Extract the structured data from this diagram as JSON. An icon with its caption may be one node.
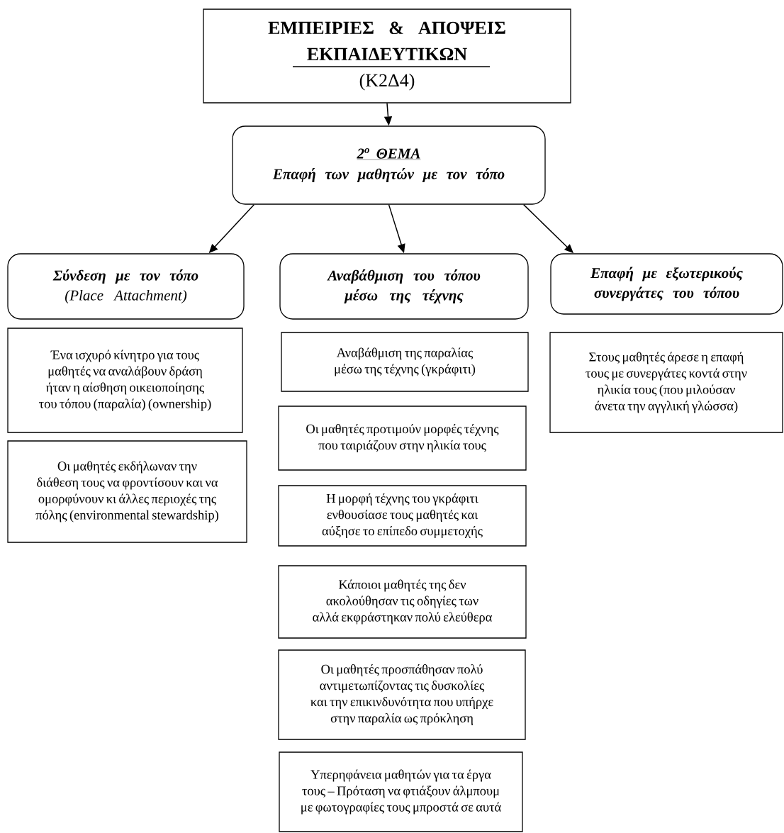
{
  "diagram": {
    "nodes": [
      {
        "text": [
          "ΕΜΠΕΙΡΙΕΣ & ΑΠΟΨΕΙΣ ΕΚΠΑΙΔΕΥΤΙΚΩΝ",
          "(Κ2Δ4)"
        ]
      },
      {
        "text": [
          "2$^{ο}$ ΘΕΜΑ",
          "Επαφή των μαθητών με τον τόπο"
        ]
      },
      {
        "text": [
          "Σύνδεση με τον τόπο",
          "(Place Attachment)"
        ]
      },
      {
        "text": [
          "Αναβάθμιση του τόπου μέσω της τέχνης"
        ]
      },
      {
        "text": [
          "Επαφή με εξωτερικούς συνεργάτες του τόπου"
        ]
      },
      {
        "text": [
          "Ένα ισχυρό κίνητρο για τους μαθητές να αναλάβουν δράση ήταν η αίσθηση οικειοποίησης του τόπου (παραλία) (ownership)"
        ]
      },
      {
        "text": [
          "Οι μαθητές εκδήλωναν την διάθεση τους να φροντίσουν και να ομορφύνουν κι άλλες περιοχές της πόλης (environmental stewardship)"
        ]
      },
      {
        "text": [
          "Αναβάθμιση της παραλίας μέσω της τέχνης (γκράφιτι)"
        ]
      },
      {
        "text": [
          "Οι μαθητές προτιμούν μορφές τέχνης που ταιριάζουν στην ηλικία τους"
        ]
      },
      {
        "text": [
          "Η μορφή τέχνης του γκράφιτι ενθουσίασε τους μαθητές και αύξησε το επίπεδο συμμετοχής"
        ]
      },
      {
        "text": [
          "Κάποιοι μαθητές της δεν ακολούθησαν τις οδηγίες των αλλά εκφράστηκαν πολύ ελεύθερα"
        ]
      },
      {
        "text": [
          "Οι μαθητές προσπάθησαν πολύ αντιμετωπίζοντας τις δυσκολίες και την επικινδυνότητα που υπήρχε στην παραλία ως πρόκληση"
        ]
      },
      {
        "text": [
          "Υπερηφάνεια μαθητών για τα έργα τους – Πρόταση να φτιάξουν άλμπουμ με φωτογραφίες τους μπροστά σε αυτά"
        ]
      },
      {
        "text": [
          "Στους μαθητές άρεσε η επαφή τους με συνεργάτες κοντά στην ηλικία τους (που μιλούσαν άνετα την αγγλική γλώσσα)"
        ]
      }
    ],
    "edges": [
      {
        "from": 0,
        "to": 1,
        "arrow": "to"
      },
      {
        "from": 1,
        "to": 2,
        "arrow": "to"
      },
      {
        "from": 1,
        "to": 3,
        "arrow": "to"
      },
      {
        "from": 1,
        "to": 4,
        "arrow": "to"
      }
    ]
  }
}
